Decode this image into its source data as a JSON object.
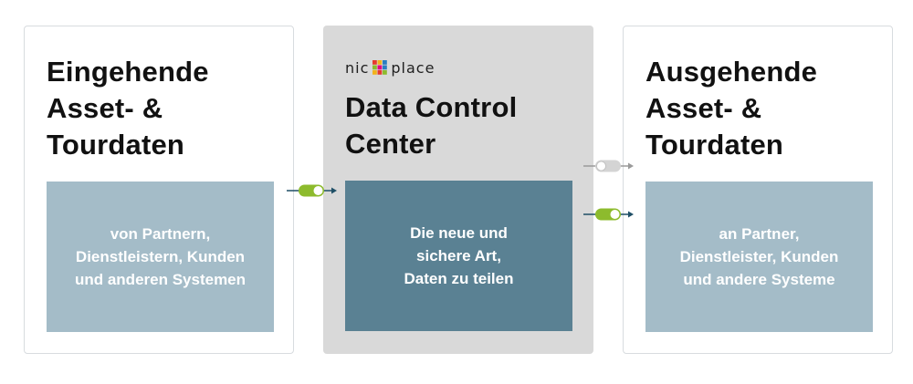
{
  "incoming": {
    "title_lines": [
      "Eingehende",
      "Asset- &",
      "Tourdaten"
    ],
    "description_lines": [
      "von Partnern,",
      "Dienstleistern, Kunden",
      "und anderen Systemen"
    ]
  },
  "center": {
    "logo": {
      "left_text": "nic",
      "right_text": "place"
    },
    "title_lines": [
      "Data Control",
      "Center"
    ],
    "description_lines": [
      "Die neue und",
      "sichere Art,",
      "Daten zu teilen"
    ]
  },
  "outgoing": {
    "title_lines": [
      "Ausgehende",
      "Asset- &",
      "Tourdaten"
    ],
    "description_lines": [
      "an Partner,",
      "Dienstleister, Kunden",
      "und andere Systeme"
    ]
  },
  "colors": {
    "toggle_on": "#8dbb2d",
    "toggle_off": "#d4d4d4",
    "arrow_active": "#1f4f66",
    "arrow_inactive": "#9a9a9a",
    "box_light": "#a4bcc8",
    "box_dark": "#5a8193",
    "logo_squares": [
      "#e63a2e",
      "#f2b21b",
      "#2a7ec2",
      "#8dbb2d",
      "#e6007e",
      "#2a7ec2",
      "#f2b21b",
      "#e63a2e",
      "#8dbb2d"
    ]
  },
  "connectors": [
    {
      "name": "incoming-connector",
      "state": "on",
      "icon": "toggle-on-icon"
    },
    {
      "name": "outgoing-connector-inactive",
      "state": "off",
      "icon": "toggle-off-icon"
    },
    {
      "name": "outgoing-connector-active",
      "state": "on",
      "icon": "toggle-on-icon"
    }
  ]
}
